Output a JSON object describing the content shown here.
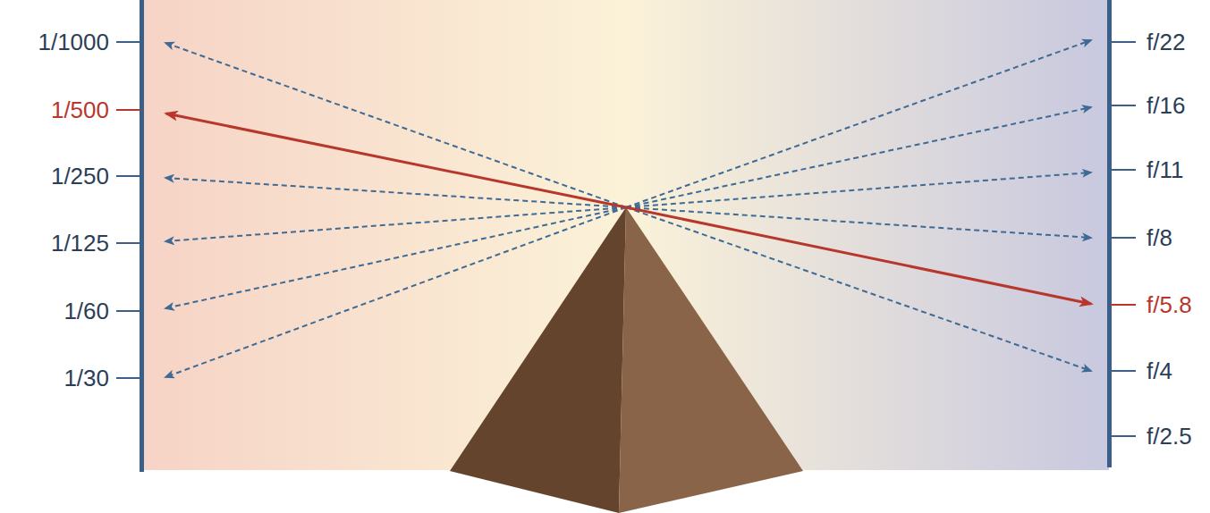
{
  "diagram": {
    "labels": [
      "1/1000",
      "1/500",
      "1/250",
      "1/125",
      "1/60",
      "1/30",
      "f/22",
      "f/16",
      "f/11",
      "f/8",
      "f/5.8",
      "f/4",
      "f/2.5"
    ]
  }
}
